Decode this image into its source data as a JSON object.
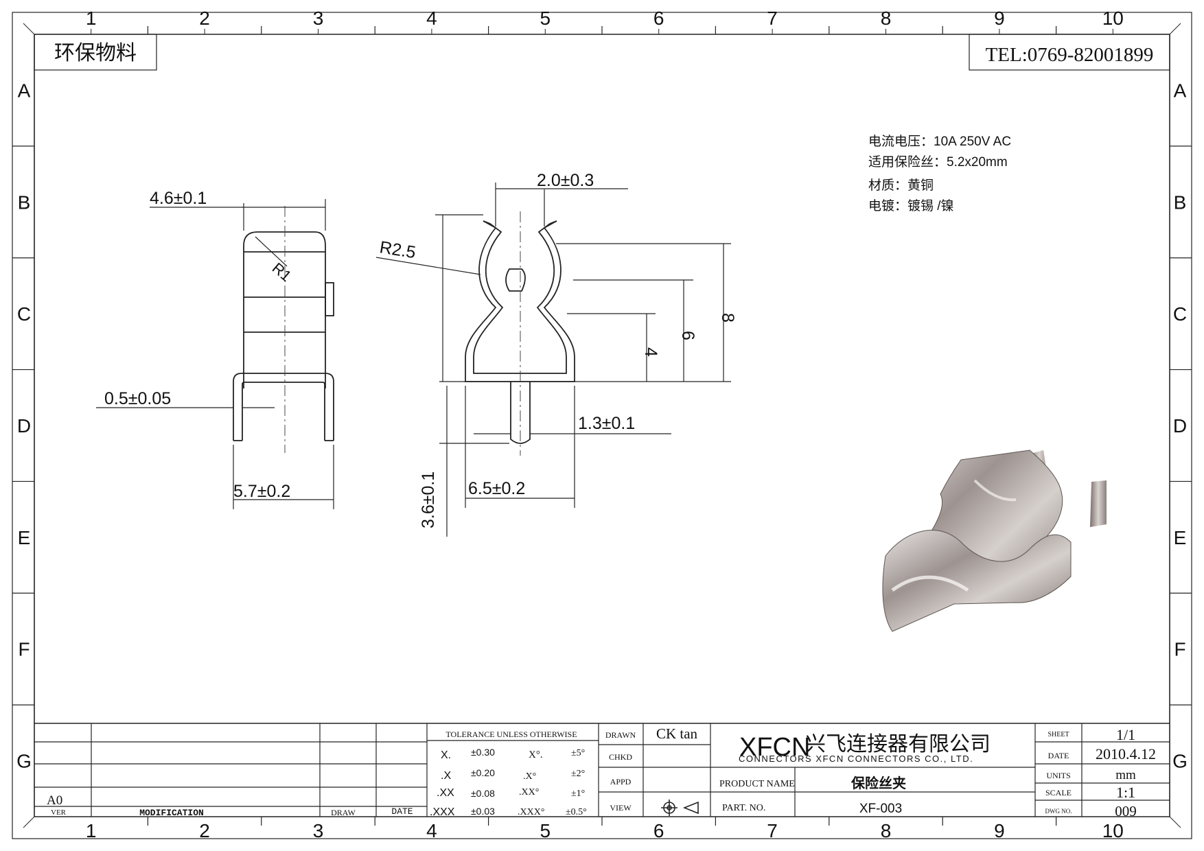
{
  "header": {
    "material_label": "环保物料",
    "tel": "TEL:0769-82001899"
  },
  "grid": {
    "columns": [
      "1",
      "2",
      "3",
      "4",
      "5",
      "6",
      "7",
      "8",
      "9",
      "10"
    ],
    "rows": [
      "A",
      "B",
      "C",
      "D",
      "E",
      "F",
      "G"
    ]
  },
  "specs": [
    "电流电压：10A 250V AC",
    "适用保险丝：5.2x20mm",
    "材质：黄铜",
    "电镀：镀锡 /镍"
  ],
  "dimensions": {
    "side_top_width": "4.6±0.1",
    "side_radius": "R1",
    "pin_thickness": "0.5±0.05",
    "pin_span": "5.7±0.2",
    "front_gap": "2.0±0.3",
    "front_radius": "R2.5",
    "height_8": "8",
    "height_6": "6",
    "height_4": "4",
    "pin_width": "1.3±0.1",
    "base_width": "6.5±0.2",
    "pin_length": "3.6±0.1"
  },
  "title_block": {
    "tolerance_title": "TOLERANCE UNLESS OTHERWISE",
    "tolerances": [
      {
        "lin": "X.",
        "lin_tol": "±0.30",
        "ang": "X°.",
        "ang_tol": "±5°"
      },
      {
        "lin": ".X",
        "lin_tol": "±0.20",
        "ang": ".X°",
        "ang_tol": "±2°"
      },
      {
        "lin": ".XX",
        "lin_tol": "±0.08",
        "ang": ".XX°",
        "ang_tol": "±1°"
      },
      {
        "lin": ".XXX",
        "lin_tol": "±0.03",
        "ang": ".XXX°",
        "ang_tol": "±0.5°"
      }
    ],
    "drawn_label": "DRAWN",
    "drawn_value": "CK tan",
    "chkd_label": "CHKD",
    "appd_label": "APPD",
    "view_label": "VIEW",
    "company_logo": "XFCN",
    "company_name": "兴飞连接器有限公司",
    "company_en": "CONNECTORS XFCN CONNECTORS CO., LTD.",
    "product_name_label": "PRODUCT NAME",
    "product_name": "保险丝夹",
    "part_no_label": "PART. NO.",
    "part_no": "XF-003",
    "sheet_label": "SHEET",
    "sheet": "1/1",
    "date_label": "DATE",
    "date": "2010.4.12",
    "units_label": "UNITS",
    "units": "mm",
    "scale_label": "SCALE",
    "scale": "1:1",
    "dwg_label": "DWG NO.",
    "dwg_no": "009",
    "revision_value": "A0",
    "ver_label": "VER",
    "modification_label": "MODIFICATION",
    "draw_label": "DRAW",
    "date_col_label": "DATE"
  }
}
